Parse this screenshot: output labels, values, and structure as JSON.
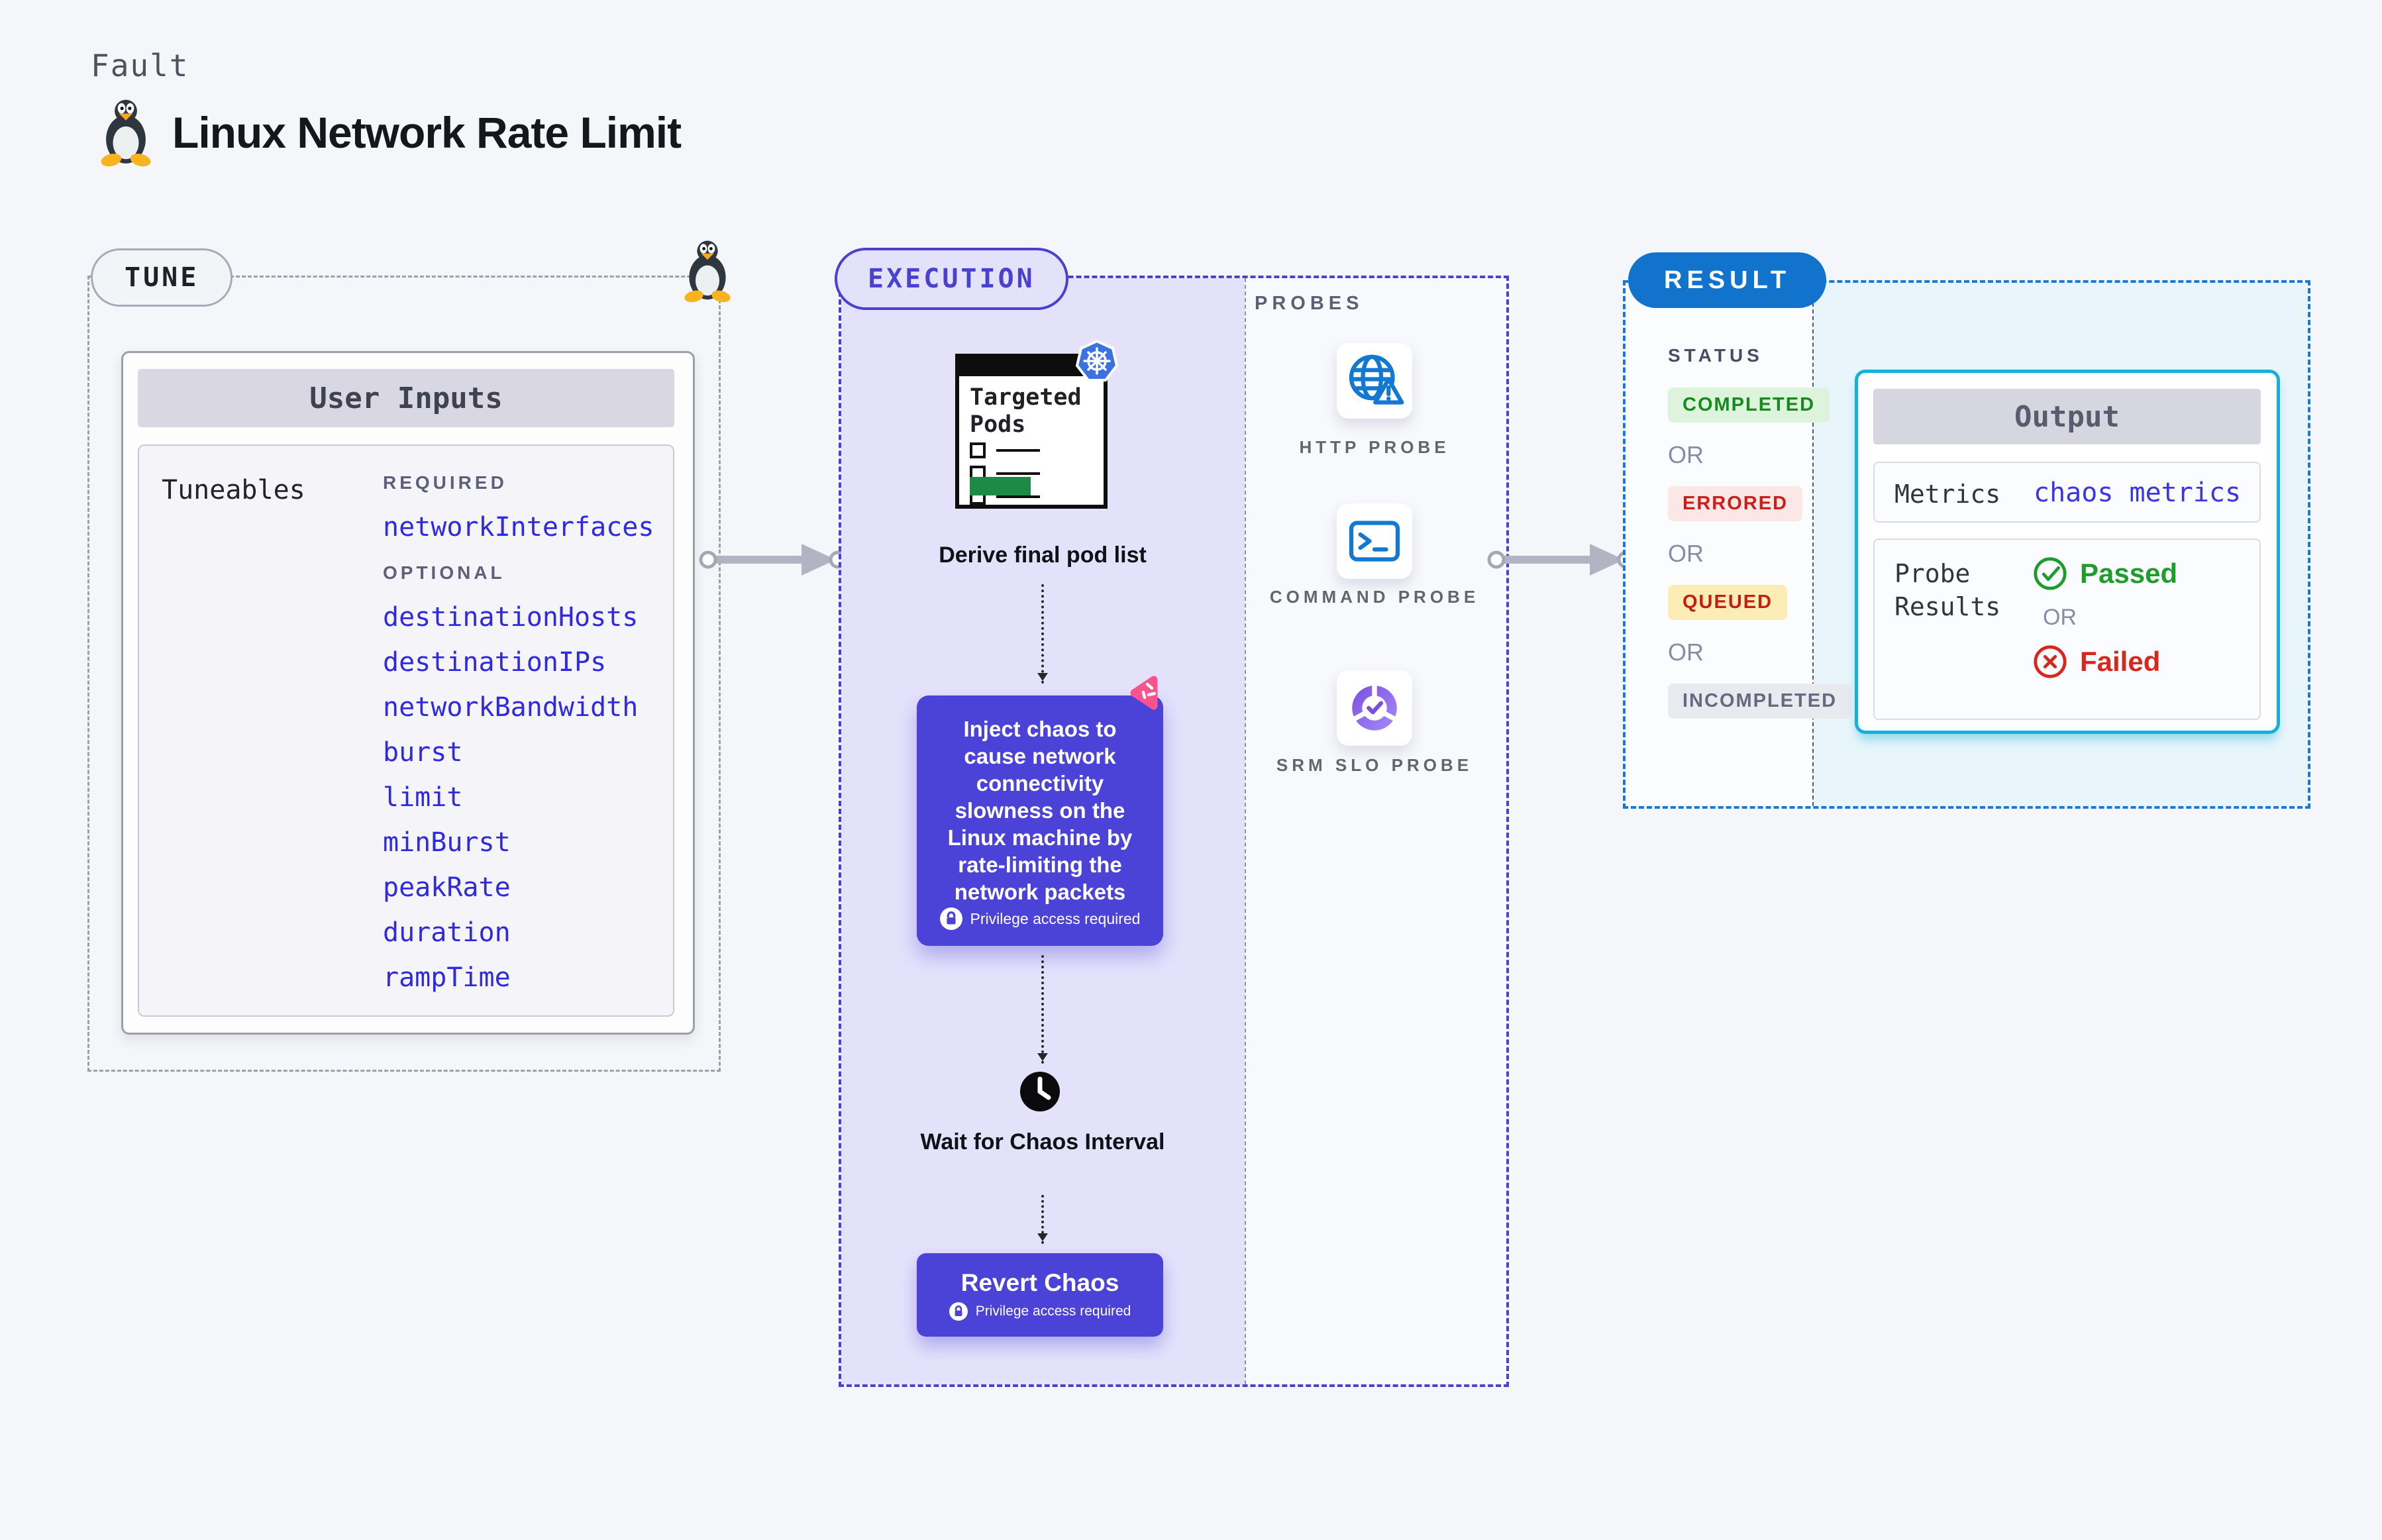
{
  "page": {
    "kicker": "Fault",
    "title": "Linux Network Rate Limit",
    "background": "#f5f6f9"
  },
  "tune": {
    "badge": "TUNE",
    "card_header": "User Inputs",
    "tuneables_label": "Tuneables",
    "required_label": "REQUIRED",
    "optional_label": "OPTIONAL",
    "required": [
      "networkInterfaces"
    ],
    "optional": [
      "destinationHosts",
      "destinationIPs",
      "networkBandwidth",
      "burst",
      "limit",
      "minBurst",
      "peakRate",
      "duration",
      "rampTime"
    ],
    "value_color": "#2f2ae2"
  },
  "execution": {
    "badge": "EXECUTION",
    "accent": "#4b43d8",
    "pods_title": "Targeted Pods",
    "derive_label": "Derive final pod list",
    "inject_text": "Inject chaos to cause network connectivity slowness on the Linux machine by rate-limiting the network packets",
    "privilege_label": "Privilege access required",
    "wait_label": "Wait for Chaos Interval",
    "revert_label": "Revert Chaos"
  },
  "probes": {
    "section_label": "PROBES",
    "items": [
      {
        "label": "HTTP PROBE",
        "icon": "globe-alert-icon"
      },
      {
        "label": "COMMAND PROBE",
        "icon": "terminal-icon"
      },
      {
        "label": "SRM SLO PROBE",
        "icon": "slo-pie-icon"
      }
    ]
  },
  "result": {
    "badge": "RESULT",
    "accent": "#1173cc",
    "status_label": "STATUS",
    "or_label": "OR",
    "statuses": [
      {
        "label": "COMPLETED",
        "bg": "#ddf3dc",
        "color": "#168a1e"
      },
      {
        "label": "ERRORED",
        "bg": "#fce7e7",
        "color": "#cc1f1a"
      },
      {
        "label": "QUEUED",
        "bg": "#fcecb5",
        "color": "#c41e12"
      },
      {
        "label": "INCOMPLETED",
        "bg": "#e9e9f0",
        "color": "#666a80"
      }
    ],
    "output": {
      "header": "Output",
      "metrics_label": "Metrics",
      "metrics_value": "chaos metrics",
      "probe_results_label": "Probe\nResults",
      "passed_label": "Passed",
      "failed_label": "Failed",
      "passed_color": "#1f9d2c",
      "failed_color": "#d6281c",
      "border_color": "#17b0dc"
    }
  }
}
